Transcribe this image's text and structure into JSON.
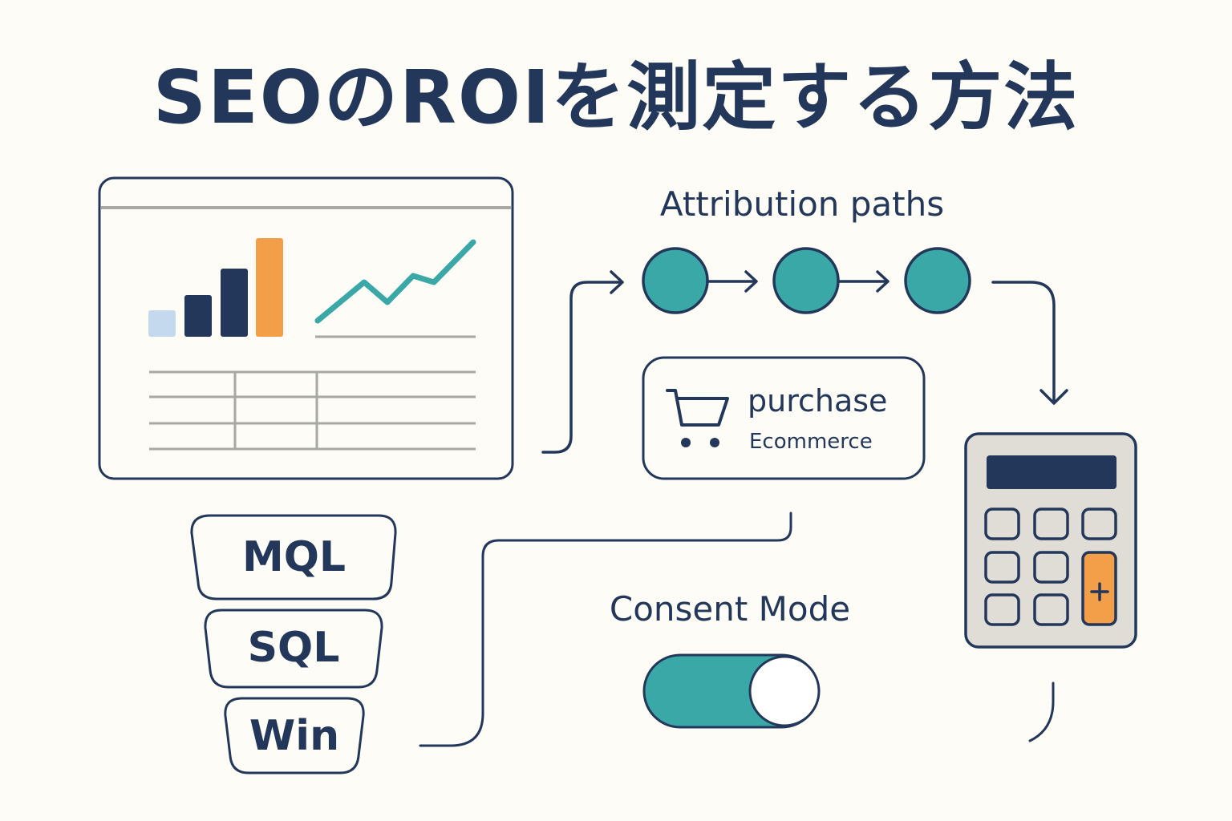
{
  "header": {
    "title": "SEOのROIを測定する方法"
  },
  "colors": {
    "background": "#fdfcf6",
    "navy": "#23375a",
    "teal": "#3ba8a8",
    "orange": "#f39e48",
    "light_blue": "#c5d9ee",
    "grid_gray": "#a8a8a4",
    "calculator_body": "#e0ddd6"
  },
  "dashboard": {
    "icon": "analytics-dashboard-icon",
    "bars": [
      {
        "height": 32,
        "color": "#c5d9ee"
      },
      {
        "height": 52,
        "color": "#23375a"
      },
      {
        "height": 85,
        "color": "#23375a"
      },
      {
        "height": 123,
        "color": "#f39e48"
      }
    ],
    "line_points": [
      [
        396,
        400
      ],
      [
        454,
        352
      ],
      [
        483,
        377
      ],
      [
        515,
        344
      ],
      [
        541,
        352
      ],
      [
        590,
        302
      ]
    ],
    "table": {
      "rows": 3,
      "columns": 3
    }
  },
  "attribution": {
    "title": "Attribution paths",
    "nodes": [
      "node-1",
      "node-2",
      "node-3"
    ]
  },
  "purchase_card": {
    "icon": "shopping-cart-icon",
    "event": "purchase",
    "category": "Ecommerce"
  },
  "funnel": {
    "stages": [
      {
        "label": "MQL"
      },
      {
        "label": "SQL"
      },
      {
        "label": "Win"
      }
    ]
  },
  "consent": {
    "title": "Consent Mode",
    "toggle_state": "on"
  },
  "calculator": {
    "icon": "calculator-icon",
    "operator_key": "+"
  }
}
